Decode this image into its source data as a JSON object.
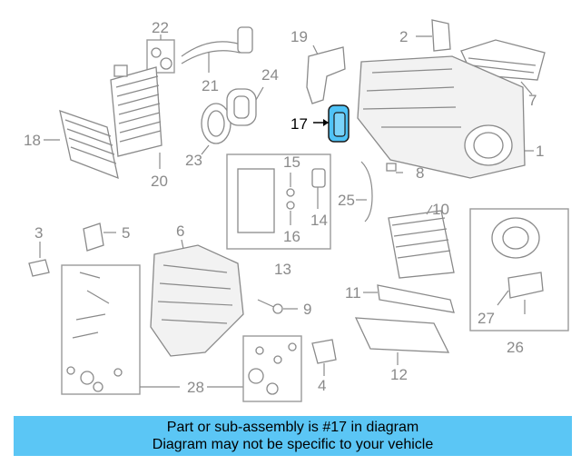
{
  "callouts": [
    {
      "id": "1",
      "text": "1"
    },
    {
      "id": "2",
      "text": "2"
    },
    {
      "id": "3",
      "text": "3"
    },
    {
      "id": "4",
      "text": "4"
    },
    {
      "id": "5",
      "text": "5"
    },
    {
      "id": "6",
      "text": "6"
    },
    {
      "id": "7",
      "text": "7"
    },
    {
      "id": "8",
      "text": "8"
    },
    {
      "id": "9",
      "text": "9"
    },
    {
      "id": "10",
      "text": "10"
    },
    {
      "id": "11",
      "text": "11"
    },
    {
      "id": "12",
      "text": "12"
    },
    {
      "id": "13",
      "text": "13"
    },
    {
      "id": "14",
      "text": "14"
    },
    {
      "id": "15",
      "text": "15"
    },
    {
      "id": "16",
      "text": "16"
    },
    {
      "id": "17",
      "text": "17"
    },
    {
      "id": "18",
      "text": "18"
    },
    {
      "id": "19",
      "text": "19"
    },
    {
      "id": "20",
      "text": "20"
    },
    {
      "id": "21",
      "text": "21"
    },
    {
      "id": "22",
      "text": "22"
    },
    {
      "id": "23",
      "text": "23"
    },
    {
      "id": "24",
      "text": "24"
    },
    {
      "id": "25",
      "text": "25"
    },
    {
      "id": "26",
      "text": "26"
    },
    {
      "id": "27",
      "text": "27"
    },
    {
      "id": "28",
      "text": "28"
    }
  ],
  "highlight": {
    "part_number": "17",
    "color": "#4fc3f7"
  },
  "colors": {
    "banner": "#5bc6f5",
    "line": "#8a8a8a",
    "highlight_text": "#000000"
  },
  "footer": {
    "line1": "Part or sub-assembly is #17 in diagram",
    "line2": "Diagram may not be specific to your vehicle"
  }
}
